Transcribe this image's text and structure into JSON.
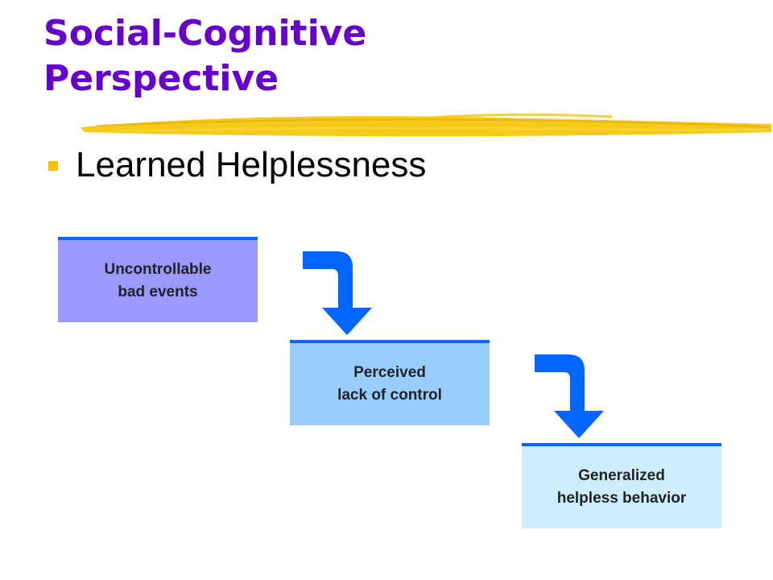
{
  "slide": {
    "title_line1": "Social-Cognitive",
    "title_line2": "Perspective",
    "bullet": "Learned Helplessness"
  },
  "diagram": {
    "steps": [
      {
        "label": "Uncontrollable\nbad events",
        "fill": "#9999ff"
      },
      {
        "label": "Perceived\nlack of control",
        "fill": "#99ccff"
      },
      {
        "label": "Generalized\nhelpless behavior",
        "fill": "#cceeff"
      }
    ],
    "arrow_color": "#0066ff",
    "accent_color": "#0066ff"
  },
  "colors": {
    "title": "#6600cc",
    "bullet_marker": "#f2c200",
    "highlighter": "#f5c400"
  }
}
